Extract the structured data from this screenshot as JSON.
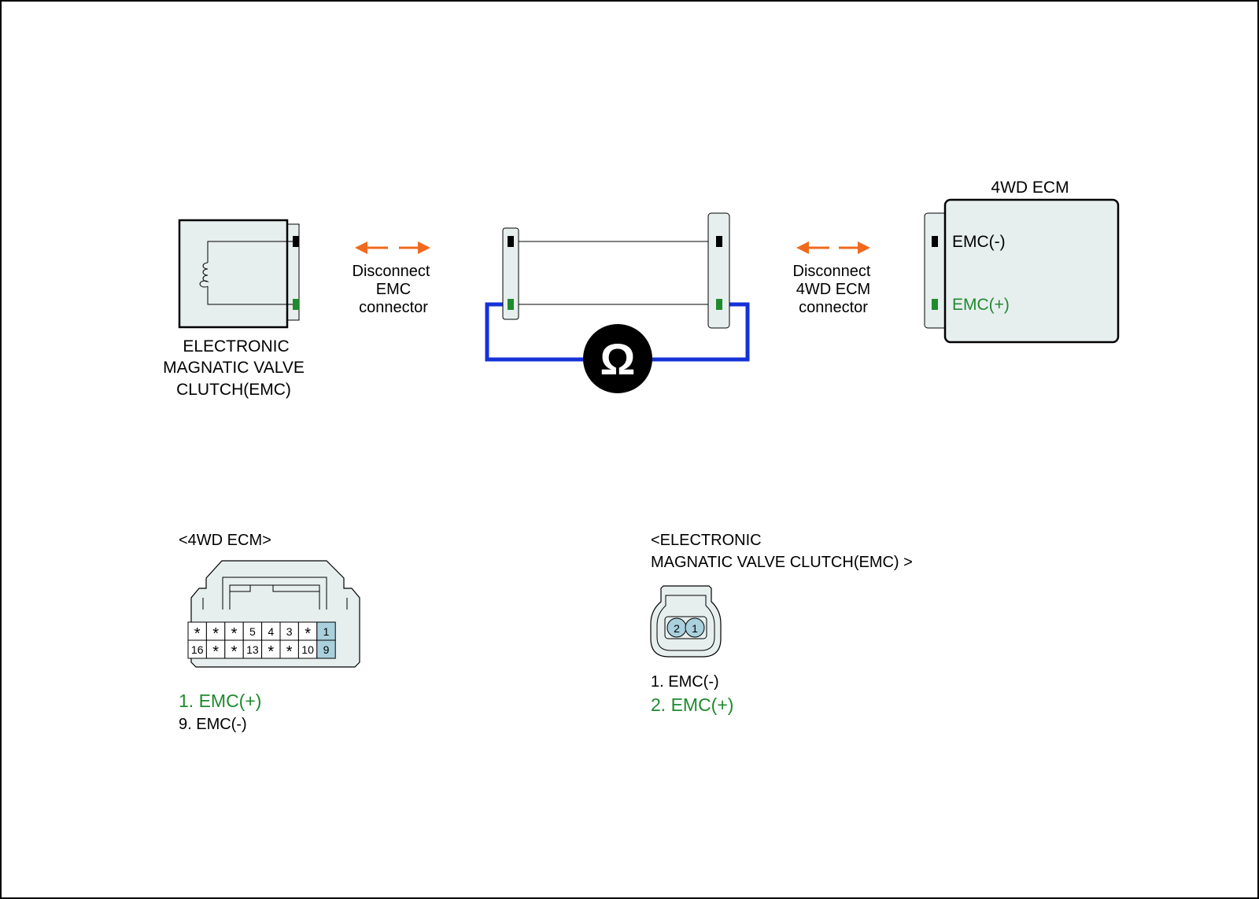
{
  "diagram": {
    "emc_component": {
      "name_lines": [
        "ELECTRONIC",
        "MAGNATIC VALVE",
        "CLUTCH(EMC)"
      ]
    },
    "disconnect_emc": {
      "lines": [
        "Disconnect",
        "EMC",
        "connector"
      ]
    },
    "disconnect_ecm": {
      "lines": [
        "Disconnect",
        "4WD ECM",
        "connector"
      ]
    },
    "ohmmeter": {
      "symbol": "Ω"
    },
    "ecm_component": {
      "title": "4WD ECM",
      "pins": [
        {
          "label": "EMC(-)",
          "color": "#000000"
        },
        {
          "label": "EMC(+)",
          "color": "#1f8a2e"
        }
      ]
    },
    "ecm_connector": {
      "title": "<4WD ECM>",
      "top_row": [
        "*",
        "*",
        "*",
        "5",
        "4",
        "3",
        "*",
        "1"
      ],
      "bottom_row": [
        "16",
        "*",
        "*",
        "13",
        "*",
        "*",
        "10",
        "9"
      ],
      "legend": [
        {
          "text": "1. EMC(+)",
          "color": "#1f8a2e"
        },
        {
          "text": "9. EMC(-)",
          "color": "#000000"
        }
      ]
    },
    "emc_connector": {
      "title_lines": [
        "<ELECTRONIC",
        "MAGNATIC VALVE CLUTCH(EMC) >"
      ],
      "pins": [
        "2",
        "1"
      ],
      "legend": [
        {
          "text": "1. EMC(-)",
          "color": "#000000"
        },
        {
          "text": "2. EMC(+)",
          "color": "#1f8a2e"
        }
      ]
    },
    "colors": {
      "arrow": "#f06a1e",
      "probe_wire": "#1432d8",
      "positive": "#1f8a2e",
      "negative": "#000000",
      "component_fill": "#e7eeee",
      "pin_highlight": "#a9d0dc"
    }
  }
}
